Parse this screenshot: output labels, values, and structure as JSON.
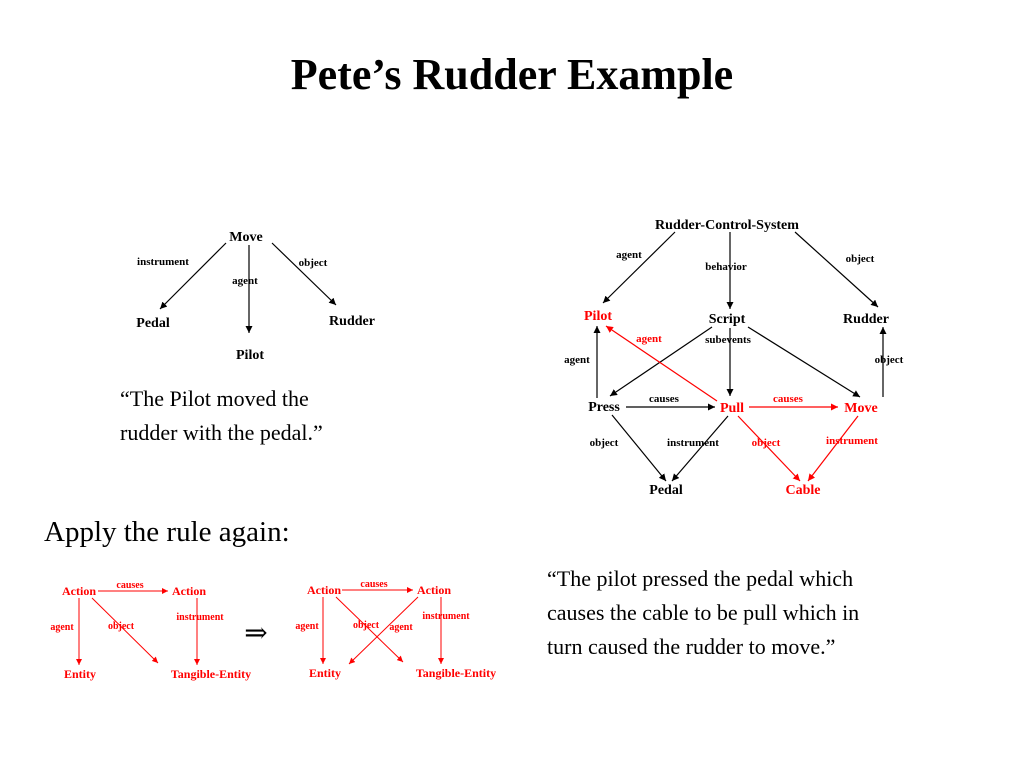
{
  "slide": {
    "title": "Pete’s Rudder Example",
    "quote1_line1": "“The Pilot moved the",
    "quote1_line2": "rudder with the pedal.”",
    "subhead": "Apply the rule again:",
    "quote2_line1": "“The pilot pressed the pedal which",
    "quote2_line2": "causes the cable to be pull which in",
    "quote2_line3": "turn caused the rudder to move.”",
    "implies_symbol": "⇒"
  },
  "colors": {
    "black": "#000000",
    "red": "#ff0000"
  },
  "diagram1": {
    "nodes": {
      "move": "Move",
      "pedal": "Pedal",
      "pilot": "Pilot",
      "rudder": "Rudder"
    },
    "edges": {
      "instrument": "instrument",
      "agent": "agent",
      "object": "object"
    }
  },
  "diagram2": {
    "nodes": {
      "rcs": "Rudder-Control-System",
      "pilot": "Pilot",
      "script": "Script",
      "rudder": "Rudder",
      "press": "Press",
      "pull": "Pull",
      "move": "Move",
      "pedal": "Pedal",
      "cable": "Cable"
    },
    "edges": {
      "agent_top": "agent",
      "behavior": "behavior",
      "object_top": "object",
      "agent_red": "agent",
      "subevents": "subevents",
      "agent_left": "agent",
      "object_right": "object",
      "causes_black": "causes",
      "causes_red": "causes",
      "object_press": "object",
      "instrument_black": "instrument",
      "object_red": "object",
      "instrument_red": "instrument"
    }
  },
  "rule_left": {
    "nodes": {
      "action1": "Action",
      "action2": "Action",
      "entity": "Entity",
      "tangible": "Tangible-Entity"
    },
    "edges": {
      "causes": "causes",
      "agent": "agent",
      "object": "object",
      "instrument": "instrument"
    }
  },
  "rule_right": {
    "nodes": {
      "action1": "Action",
      "action2": "Action",
      "entity": "Entity",
      "tangible": "Tangible-Entity"
    },
    "edges": {
      "causes": "causes",
      "agent1": "agent",
      "object": "object",
      "agent2": "agent",
      "instrument": "instrument"
    }
  }
}
